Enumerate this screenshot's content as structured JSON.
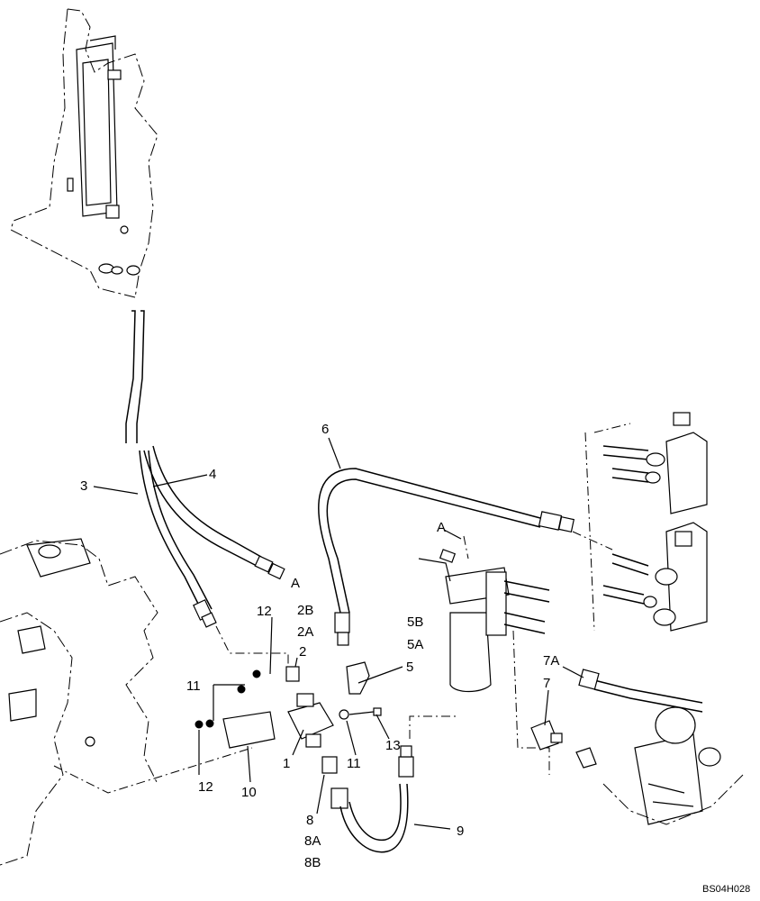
{
  "diagram": {
    "figure_code": "BS04H028",
    "callouts": {
      "c1": "1",
      "c2": "2",
      "c2A": "2A",
      "c2B": "2B",
      "c3": "3",
      "c4": "4",
      "c5": "5",
      "c5A": "5A",
      "c5B": "5B",
      "c6": "6",
      "c7": "7",
      "c7A": "7A",
      "c8": "8",
      "c8A": "8A",
      "c8B": "8B",
      "c9": "9",
      "c10": "10",
      "c11a": "11",
      "c11b": "11",
      "c12a": "12",
      "c12b": "12",
      "c13": "13",
      "refA1": "A",
      "refA2": "A"
    }
  }
}
